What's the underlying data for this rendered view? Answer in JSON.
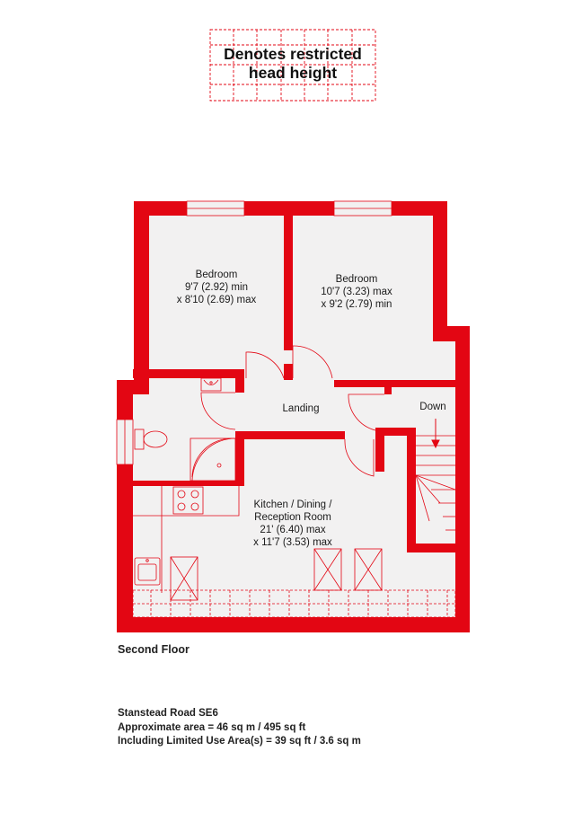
{
  "legend": {
    "text": "Denotes restricted head height",
    "color": "#e30613"
  },
  "colors": {
    "wall": "#e30613",
    "floor": "#f2f1f1",
    "fixture_line": "#e30613",
    "text": "#1a1a1a"
  },
  "rooms": {
    "bedroom_left": {
      "name": "Bedroom",
      "dim1": "9'7 (2.92) min",
      "dim2": "x 8'10 (2.69) max"
    },
    "bedroom_right": {
      "name": "Bedroom",
      "dim1": "10'7 (3.23) max",
      "dim2": "x 9'2 (2.79) min"
    },
    "landing": {
      "name": "Landing"
    },
    "stairs": {
      "name": "Down"
    },
    "kitchen": {
      "name1": "Kitchen / Dining /",
      "name2": "Reception Room",
      "dim1": "21' (6.40) max",
      "dim2": "x 11'7 (3.53) max"
    }
  },
  "floor_name": "Second Floor",
  "footer": {
    "address": "Stanstead Road SE6",
    "area": "Approximate area = 46 sq m / 495 sq ft",
    "limited_use": "Including Limited Use Area(s) = 39 sq ft / 3.6 sq m"
  },
  "icons": [
    "toilet-icon",
    "basin-icon",
    "shower-icon",
    "hob-icon",
    "sink-icon",
    "skylight-icon",
    "stairs-arrow-icon",
    "window-icon",
    "door-icon"
  ]
}
